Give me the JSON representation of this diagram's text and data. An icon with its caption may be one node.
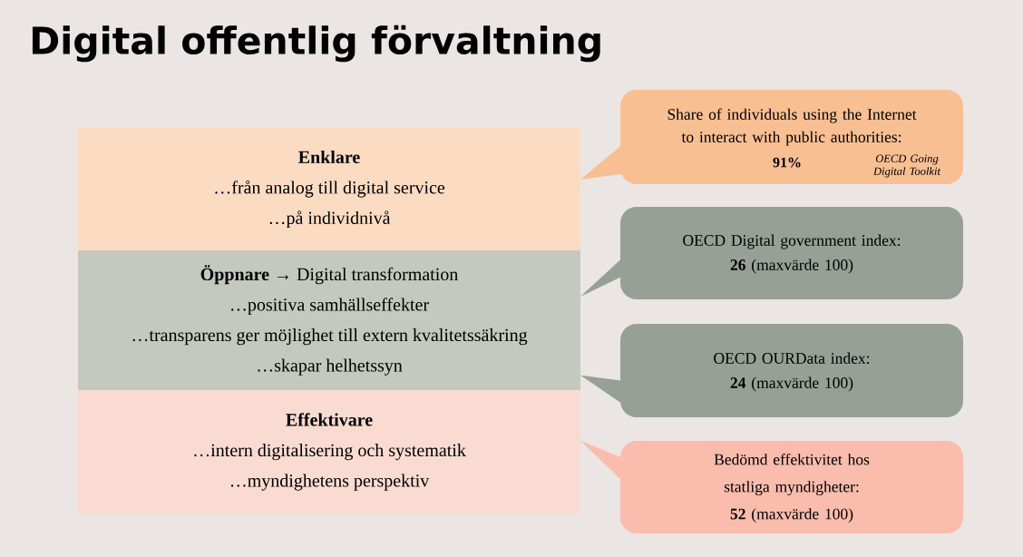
{
  "diagram": {
    "title": "Digital offentlig förvaltning",
    "nodes": [
      {
        "text": [
          "Enklare",
          "…från analog till digital service",
          "…på individnivå"
        ]
      },
      {
        "text": [
          "**Öppnare** → Digital transformation",
          "…positiva samhällseffekter",
          "…transparens ger möjlighet till extern kvalitetssäkring",
          "…skapar helhetssyn"
        ]
      },
      {
        "text": [
          "Effektivare",
          "…intern digitalisering och systematik",
          "…myndighetens perspektiv"
        ]
      },
      {
        "text": [
          "Share of individuals using the Internet to interact with public authorities:",
          "91%",
          "OECD Going Digital Toolkit"
        ]
      },
      {
        "text": [
          "OECD Digital government index:",
          "**26** (maxvärde 100)"
        ]
      },
      {
        "text": [
          "OECD OURData index:",
          "**24** (maxvärde 100)"
        ]
      },
      {
        "text": [
          "Bedömd effektivitet hos statliga myndigheter:",
          "**52** (maxvärde 100)"
        ]
      }
    ],
    "edges": [
      {
        "from": 3,
        "to": 0,
        "arrow": "to",
        "color": "#f8bf93"
      },
      {
        "from": 4,
        "to": 1,
        "arrow": "to"
      },
      {
        "from": 5,
        "to": 1,
        "arrow": "to"
      },
      {
        "from": 6,
        "to": 2,
        "arrow": "to",
        "color": "#fabcad"
      }
    ]
  }
}
